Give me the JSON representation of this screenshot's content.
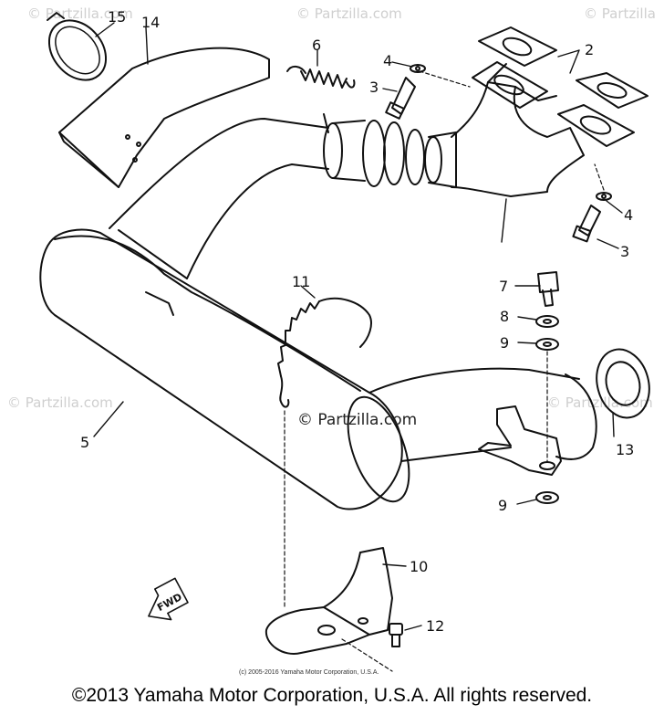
{
  "watermarks": {
    "top_left": "© Partzilla.com",
    "top_right": "© Partzilla.com",
    "top_far_right": "© Partzilla",
    "mid_left": "© Partzilla.com",
    "mid_right": "© Partzilla.com",
    "center": "© Partzilla.com"
  },
  "callouts": {
    "p2": "2",
    "p3a": "3",
    "p3b": "3",
    "p4a": "4",
    "p4b": "4",
    "p5": "5",
    "p6": "6",
    "p7": "7",
    "p8": "8",
    "p9a": "9",
    "p9b": "9",
    "p10": "10",
    "p11": "11",
    "p12": "12",
    "p13": "13",
    "p14": "14",
    "p15": "15"
  },
  "fwd_label": "FWD",
  "inner_copyright": "(c) 2005-2016 Yamaha Motor Corporation, U.S.A.",
  "footer_copyright": "©2013 Yamaha Motor Corporation, U.S.A. All rights reserved."
}
